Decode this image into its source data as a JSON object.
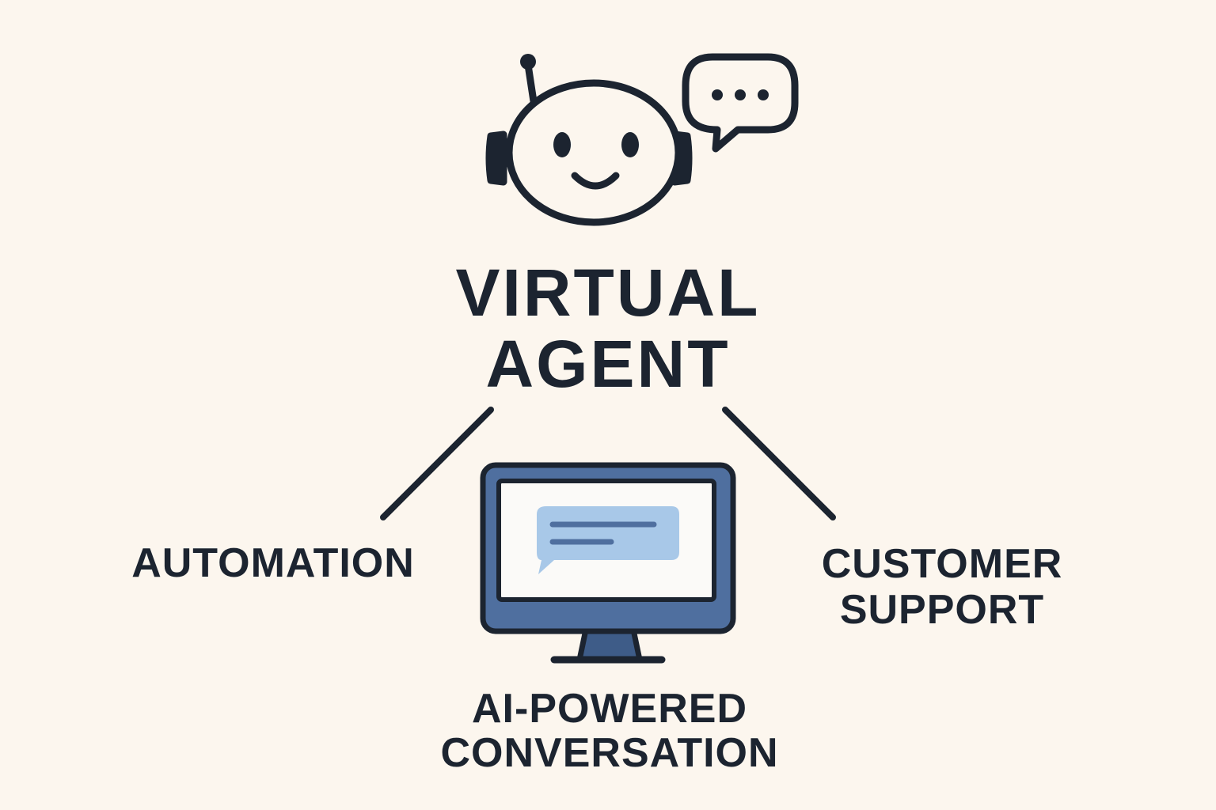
{
  "title": {
    "line1": "VIRTUAL",
    "line2": "AGENT"
  },
  "branches": {
    "left": {
      "line1": "AUTOMATION"
    },
    "right": {
      "line1": "CUSTOMER",
      "line2": "SUPPORT"
    },
    "bottom": {
      "line1": "AI-POWERED",
      "line2": "CONVERSATION"
    }
  },
  "icons": {
    "robot": "robot-headset-icon",
    "speech": "speech-bubble-ellipsis-icon",
    "monitor": "monitor-chat-icon"
  },
  "colors": {
    "background": "#fcf6ee",
    "ink": "#1c2430",
    "monitor_frame": "#4f6f9f",
    "monitor_stand": "#3e5c88",
    "screen": "#fbfaf8",
    "chat_bubble": "#a8c8e8",
    "chat_lines": "#4f6f9f"
  }
}
